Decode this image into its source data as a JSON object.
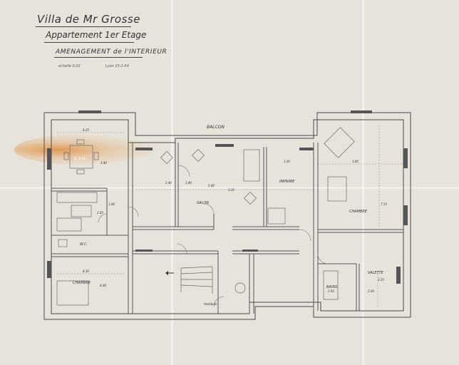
{
  "title_block": {
    "line1": "Villa de Mr Grosse",
    "line2": "Appartement 1er Etage",
    "line3": "AMENAGEMENT de l'INTERIEUR",
    "scale": "échelle 0,02",
    "date": "Lyon 15-1-54"
  },
  "rooms": {
    "balcon": "BALCON",
    "salle_a_manger": "S. à M.",
    "salon": "SALON",
    "chambre_1": "CHAMBRE",
    "chambre_2": "CHAMBRE",
    "wc": "W.C.",
    "bains": "BAINS",
    "valette": "VALETTE",
    "imprime": "IMPRIME"
  },
  "dimensions": {
    "d1": "4.25",
    "d2": "3.40",
    "d3": "5.00",
    "d4": "3.35",
    "d5": "3.20",
    "d6": "3.60",
    "d7": "7.15",
    "d8": "4.30",
    "d9": "4.00",
    "d10": "3.25",
    "d11": "2.60",
    "d12": "1.86",
    "d13": "2.85",
    "d14": "3.40",
    "d15": "2.60",
    "d16": "2.40"
  },
  "annotations": {
    "vestibule": "Vestibule"
  }
}
